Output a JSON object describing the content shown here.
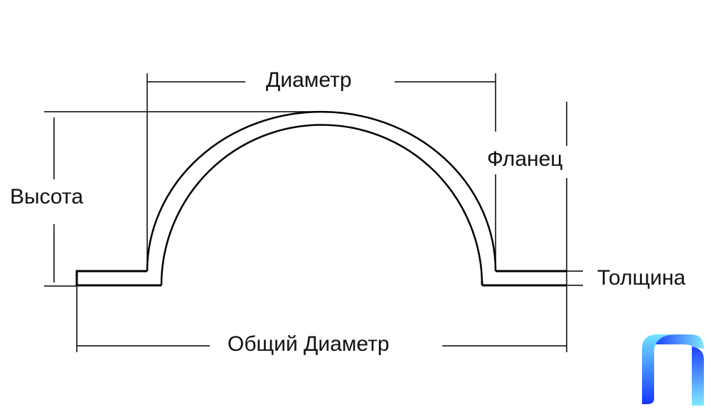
{
  "labels": {
    "diameter": "Диаметр",
    "flange": "Фланец",
    "height": "Высота",
    "thickness": "Толщина",
    "total_diameter": "Общий Диаметр"
  },
  "logo": {
    "name": "blue-p-logo",
    "colors": [
      "#1a3cff",
      "#6fe0ff"
    ]
  },
  "colors": {
    "line": "#000000"
  }
}
